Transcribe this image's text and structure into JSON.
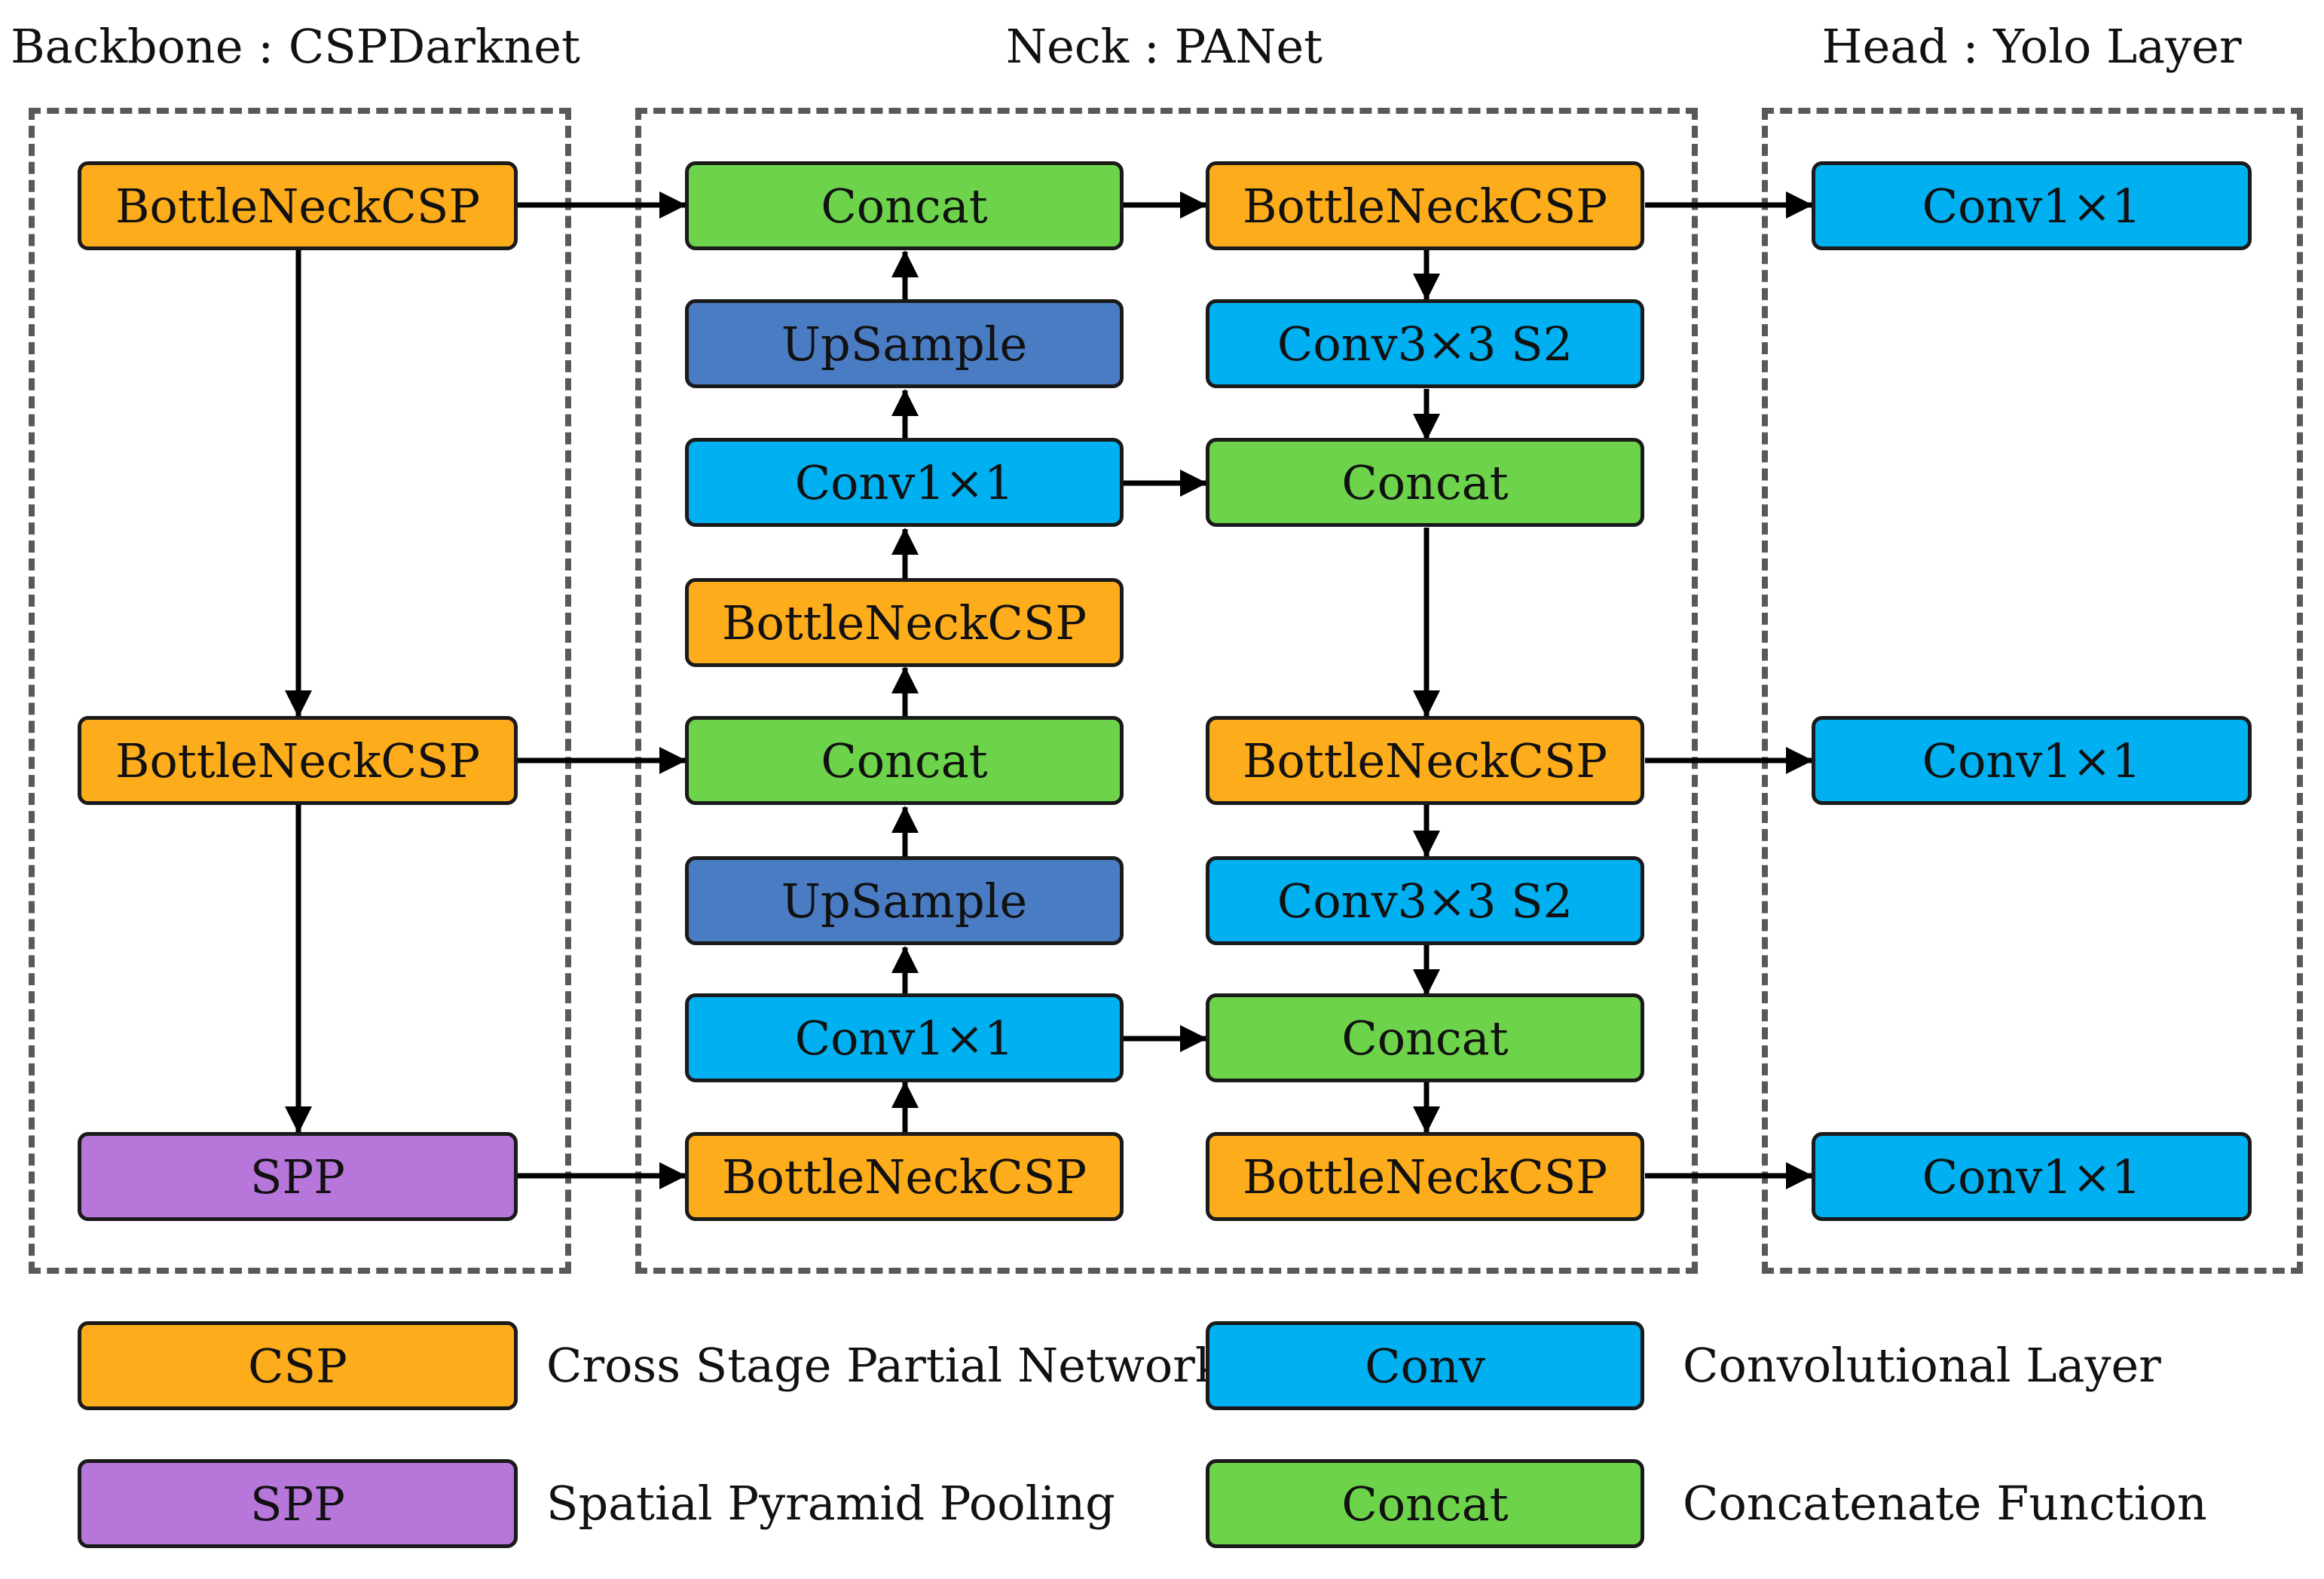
{
  "titles": {
    "backbone": "Backbone : CSPDarknet",
    "neck": "Neck : PANet",
    "head": "Head : Yolo Layer"
  },
  "backbone": {
    "top": "BottleNeckCSP",
    "middle": "BottleNeckCSP",
    "spp": "SPP"
  },
  "neck": {
    "left": [
      "Concat",
      "UpSample",
      "Conv1×1",
      "BottleNeckCSP",
      "Concat",
      "UpSample",
      "Conv1×1",
      "BottleNeckCSP"
    ],
    "right": [
      "BottleNeckCSP",
      "Conv3×3 S2",
      "Concat",
      "BottleNeckCSP",
      "Conv3×3 S2",
      "Concat",
      "BottleNeckCSP"
    ]
  },
  "head": [
    "Conv1×1",
    "Conv1×1",
    "Conv1×1"
  ],
  "legend": [
    {
      "key": "CSP",
      "text": "Cross Stage Partial Network"
    },
    {
      "key": "Conv",
      "text": "Convolutional Layer"
    },
    {
      "key": "SPP",
      "text": "Spatial Pyramid Pooling"
    },
    {
      "key": "Concat",
      "text": "Concatenate Function"
    }
  ],
  "colors": {
    "csp": "#FDAC1B",
    "conv": "#00B0F0",
    "concat": "#6CD34A",
    "upsample": "#4A7CC4",
    "spp": "#B776DA",
    "arrow": "#000000",
    "dashed_border": "#595959"
  }
}
